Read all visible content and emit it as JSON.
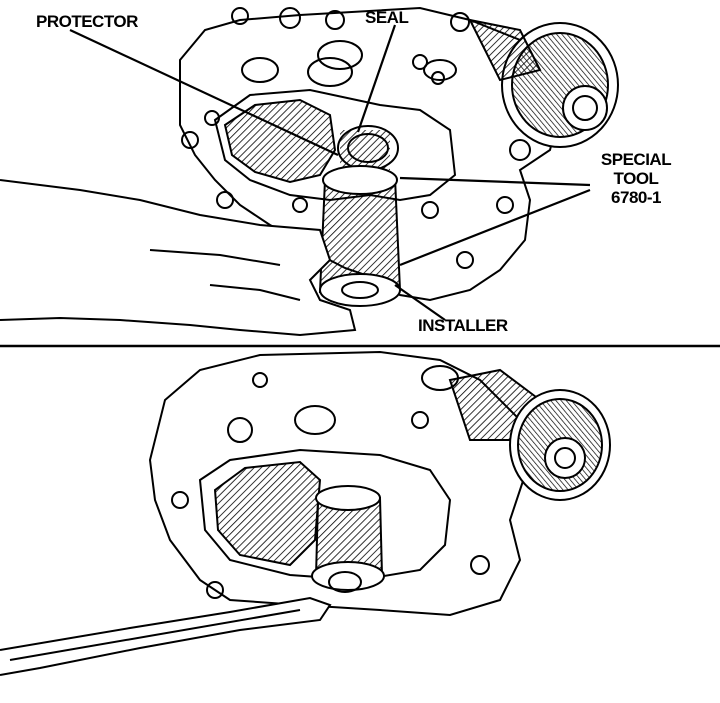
{
  "labels": {
    "protector": "PROTECTOR",
    "seal": "SEAL",
    "special_tool_line1": "SPECIAL",
    "special_tool_line2": "TOOL",
    "special_tool_line3": "6780-1",
    "installer": "INSTALLER"
  },
  "colors": {
    "ink": "#000000",
    "paper": "#ffffff"
  }
}
